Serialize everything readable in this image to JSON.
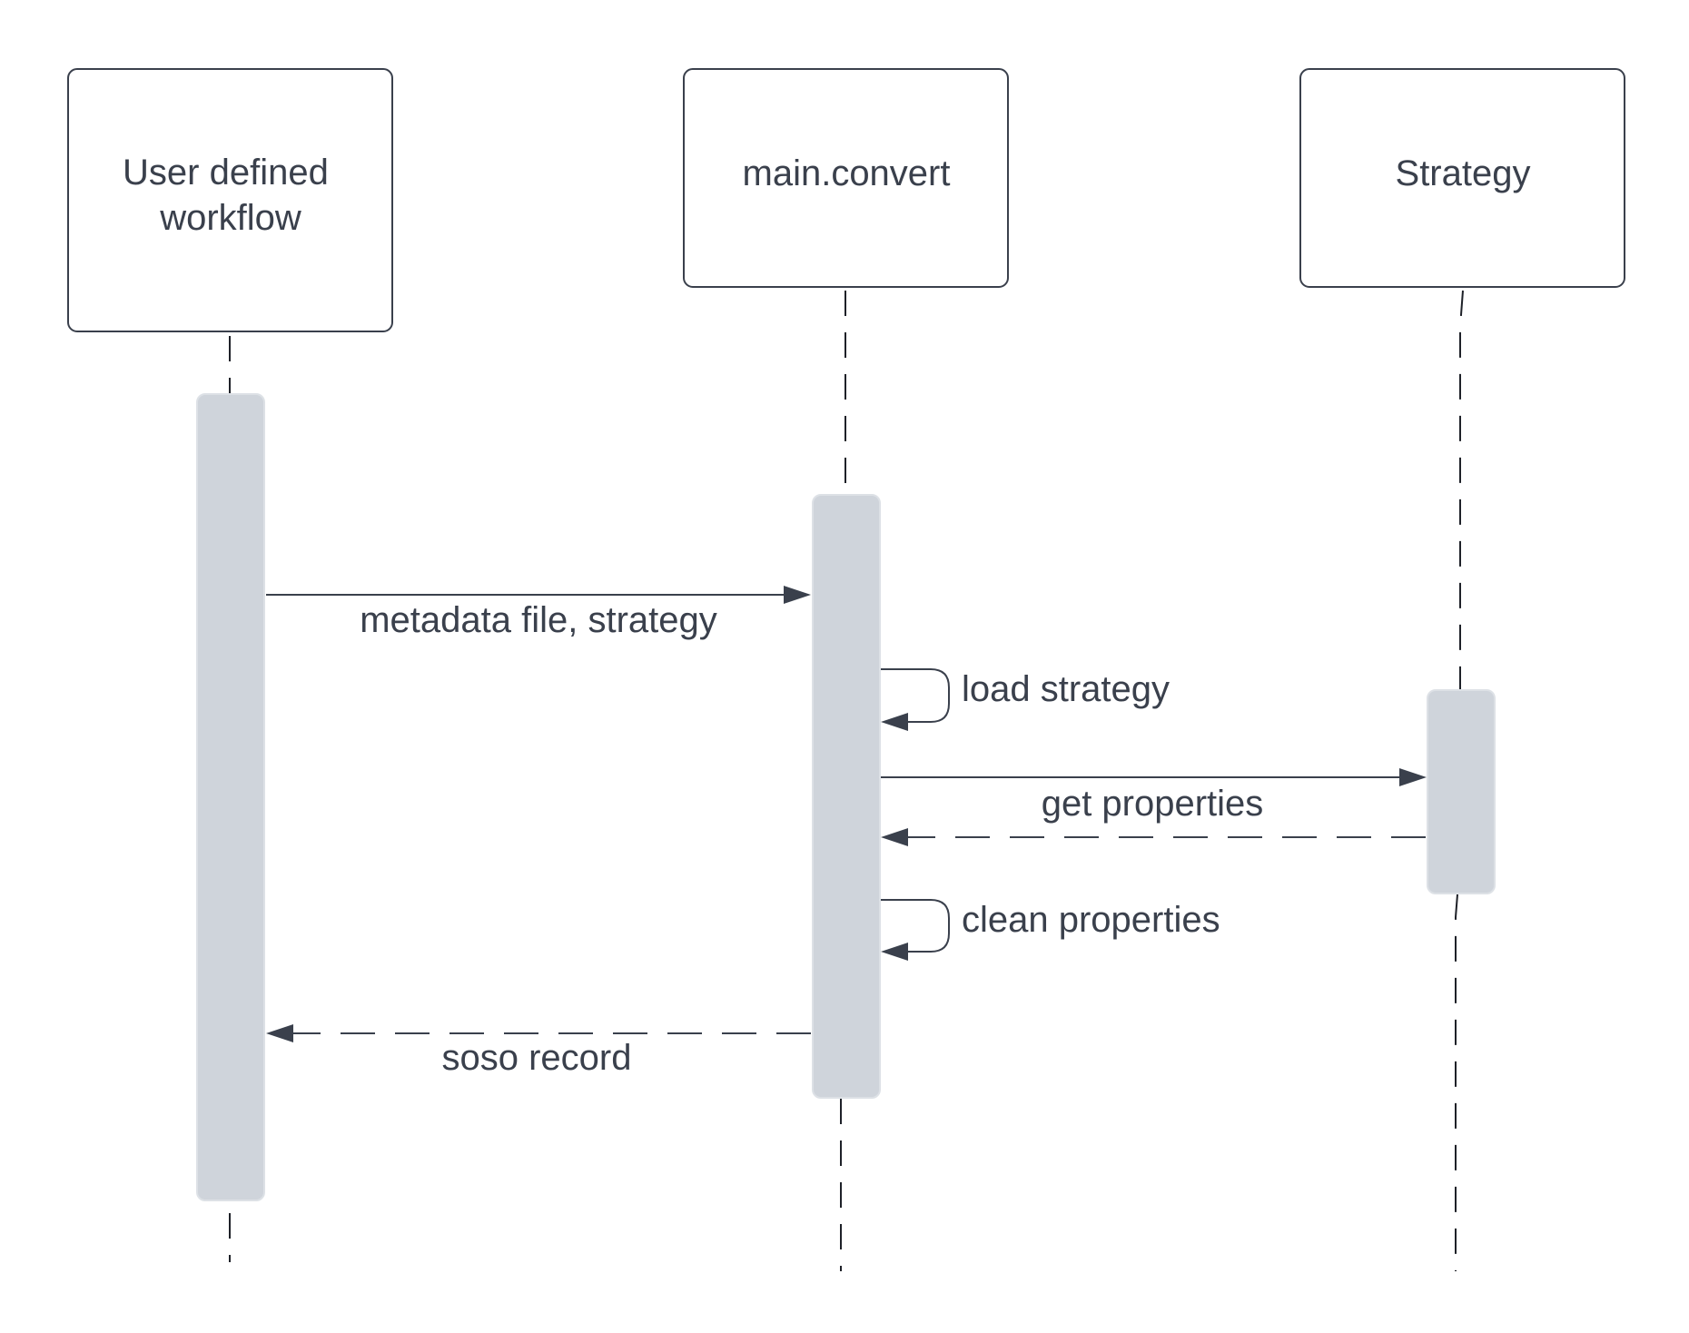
{
  "diagram": {
    "type": "sequence",
    "participants": [
      {
        "id": "workflow",
        "label_lines": [
          "User defined",
          "workflow"
        ]
      },
      {
        "id": "convert",
        "label_lines": [
          "main.convert"
        ]
      },
      {
        "id": "strategy",
        "label_lines": [
          "Strategy"
        ]
      }
    ],
    "messages": [
      {
        "from": "workflow",
        "to": "convert",
        "label": "metadata file, strategy",
        "style": "solid"
      },
      {
        "from": "convert",
        "to": "convert",
        "label": "load strategy",
        "style": "self"
      },
      {
        "from": "convert",
        "to": "strategy",
        "label": "get properties",
        "style": "solid"
      },
      {
        "from": "strategy",
        "to": "convert",
        "label": "",
        "style": "dashed"
      },
      {
        "from": "convert",
        "to": "convert",
        "label": "clean properties",
        "style": "self"
      },
      {
        "from": "convert",
        "to": "workflow",
        "label": "soso record",
        "style": "dashed"
      }
    ],
    "colors": {
      "stroke": "#3a404c",
      "activation_fill": "#cfd4db",
      "background": "#ffffff"
    }
  }
}
